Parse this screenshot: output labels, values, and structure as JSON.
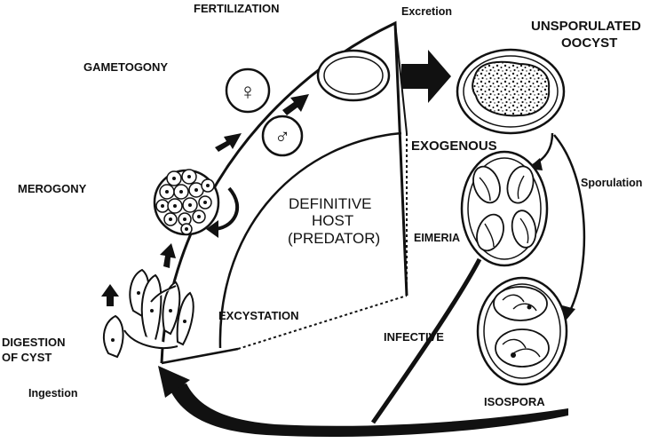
{
  "diagram": {
    "labels": {
      "fertilization": "FERTILIZATION",
      "gametogony": "GAMETOGONY",
      "merogony": "MEROGONY",
      "digestion_line1": "DIGESTION",
      "digestion_line2": "OF CYST",
      "ingestion": "Ingestion",
      "excretion": "Excretion",
      "unsporulated_line1": "UNSPORULATED",
      "unsporulated_line2": "OOCYST",
      "exogenous": "EXOGENOUS",
      "sporulation": "Sporulation",
      "definitive_line1": "DEFINITIVE",
      "definitive_line2": "HOST",
      "definitive_line3": "(PREDATOR)",
      "excystation": "EXCYSTATION",
      "eimeria": "EIMERIA",
      "infective": "INFECTIVE",
      "isospora": "ISOSPORA"
    },
    "symbols": {
      "female": "♀",
      "male": "♂"
    },
    "colors": {
      "ink": "#111111",
      "paper": "#ffffff"
    }
  }
}
